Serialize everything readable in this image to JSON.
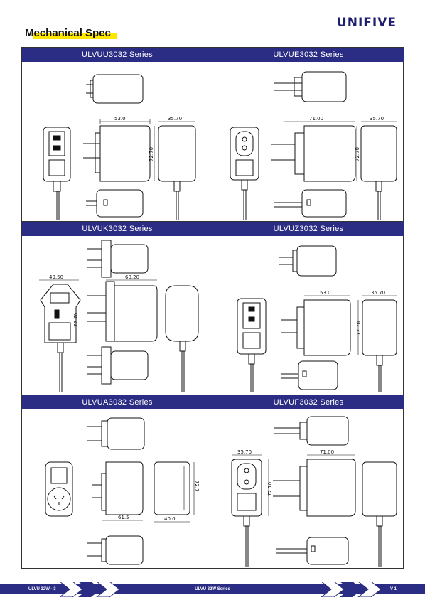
{
  "brand": "UNIFIVE",
  "section_title": "Mechanical Spec",
  "cells": [
    {
      "title": "ULVUU3032 Series",
      "dims": [
        "53.0",
        "35.70",
        "72.70"
      ]
    },
    {
      "title": "ULVUE3032 Series",
      "dims": [
        "71.00",
        "35.70",
        "72.70"
      ]
    },
    {
      "title": "ULVUK3032 Series",
      "dims": [
        "49.50",
        "60.20",
        "72.70"
      ]
    },
    {
      "title": "ULVUZ3032 Series",
      "dims": [
        "53.0",
        "35.70",
        "72.70"
      ]
    },
    {
      "title": "ULVUA3032 Series",
      "dims": [
        "61.5",
        "40.0",
        "72.7"
      ]
    },
    {
      "title": "ULVUF3032 Series",
      "dims": [
        "35.70",
        "71.00",
        "72.70"
      ]
    }
  ],
  "footer": {
    "left": "ULVU 32W - 3",
    "center": "ULVU 32W Series",
    "right": "V 1"
  },
  "colors": {
    "brand_navy": "#2b2c84",
    "highlight": "#ffe600"
  }
}
